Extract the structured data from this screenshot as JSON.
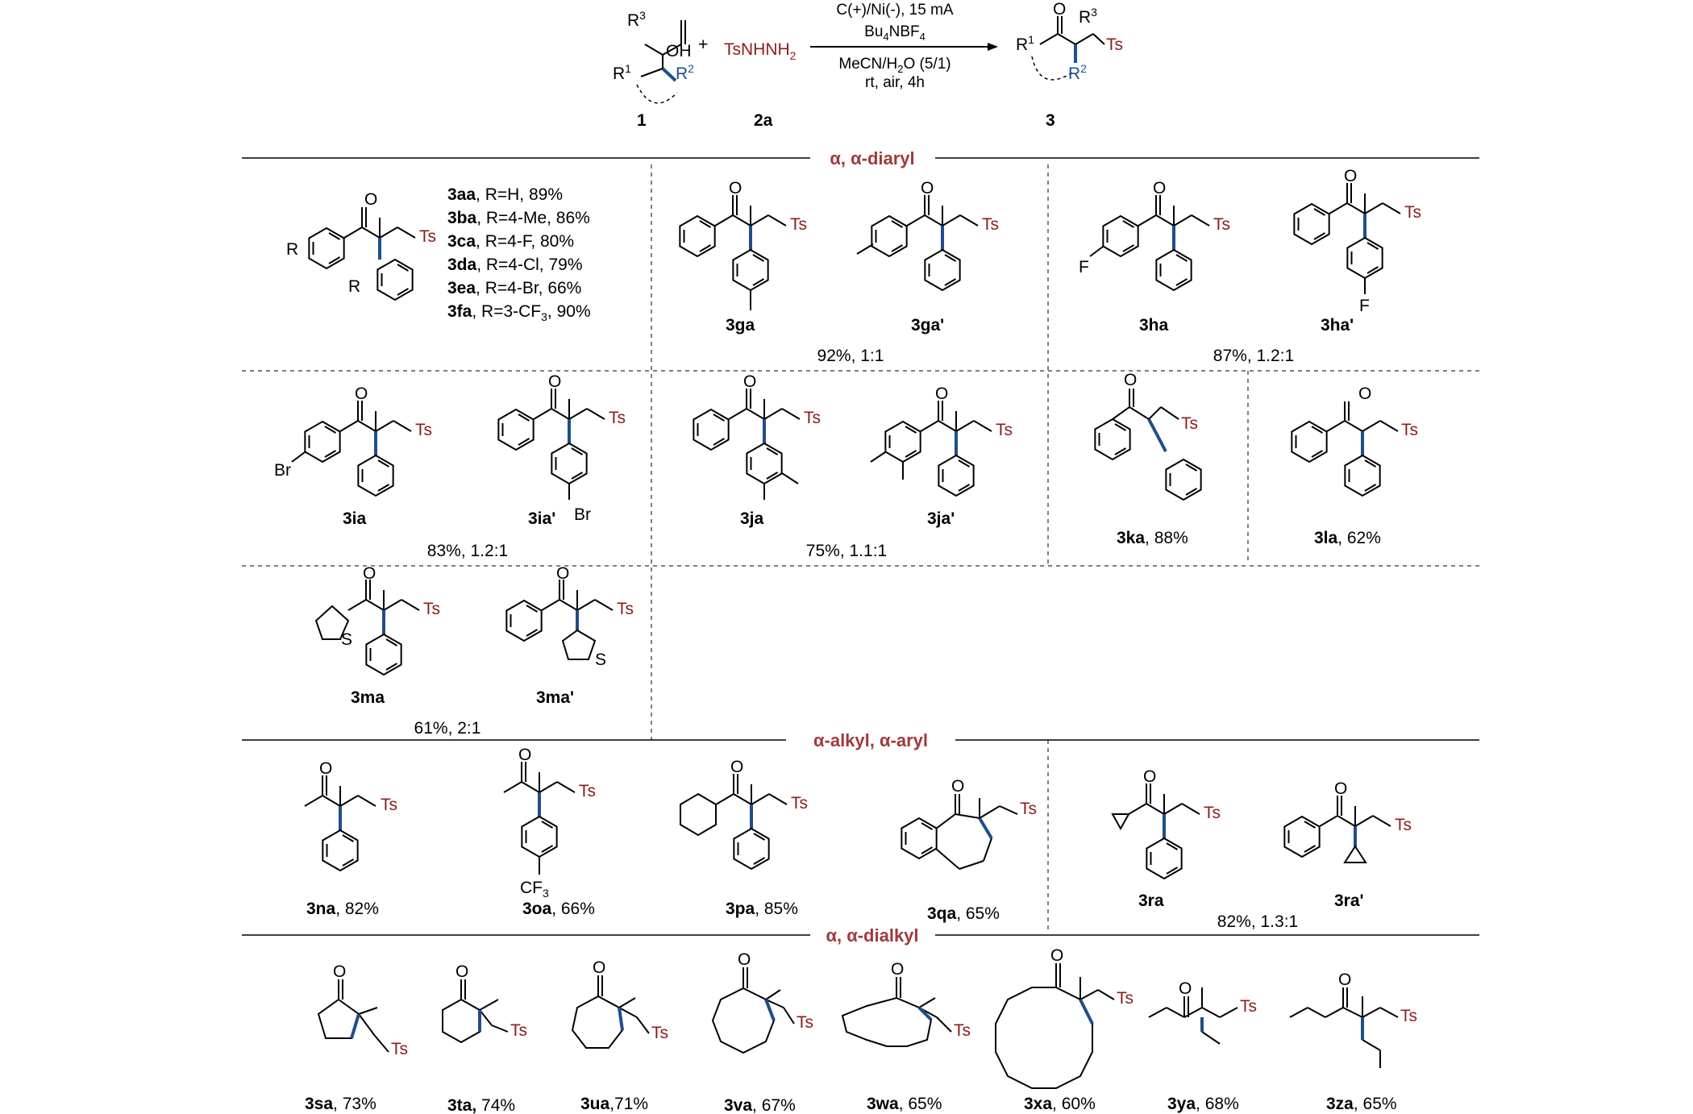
{
  "scheme": {
    "reactant1": {
      "id": "1",
      "r3": "R",
      "r3_sup": "3",
      "oh": "OH",
      "r1": "R",
      "r1_sup": "1",
      "r2": "R",
      "r2_sup": "2"
    },
    "plus": "+",
    "reactant2": {
      "id": "2a",
      "formula_a": "TsNHNH",
      "formula_sub": "2"
    },
    "conditions": {
      "line1": "C(+)/Ni(-), 15 mA",
      "line2_a": "Bu",
      "line2_b": "4",
      "line2_c": "NBF",
      "line2_d": "4",
      "line3_a": "MeCN/H",
      "line3_b": "2",
      "line3_c": "O (5/1)",
      "line4": "rt, air, 4h"
    },
    "product": {
      "id": "3",
      "o": "O",
      "r3": "R",
      "r3_sup": "3",
      "r1": "R",
      "r1_sup": "1",
      "r2": "R",
      "r2_sup": "2",
      "ts": "Ts"
    }
  },
  "sections": {
    "diaryl": "α, α-diaryl",
    "alkyl_aryl": "α-alkyl, α-aryl",
    "dialkyl": "α, α-dialkyl"
  },
  "general_list": [
    {
      "code": "3aa",
      "text": ", R=H, 89%"
    },
    {
      "code": "3ba",
      "text": ", R=4-Me, 86%"
    },
    {
      "code": "3ca",
      "text": ", R=4-F, 80%"
    },
    {
      "code": "3da",
      "text": ", R=4-Cl, 79%"
    },
    {
      "code": "3ea",
      "text": ", R=4-Br, 66%"
    },
    {
      "code": "3fa",
      "text_a": ", R=3-CF",
      "text_sub": "3",
      "text_b": ", 90%"
    }
  ],
  "atoms": {
    "O": "O",
    "Ts": "Ts",
    "R": "R",
    "F": "F",
    "Br": "Br",
    "S": "S",
    "CF3_a": "CF",
    "CF3_sub": "3"
  },
  "compounds": {
    "3ga": "3ga",
    "3ga_p": "3ga'",
    "ratio_g": "92%, 1:1",
    "3ha": "3ha",
    "3ha_p": "3ha'",
    "ratio_h": "87%, 1.2:1",
    "3ia": "3ia",
    "3ia_p": "3ia'",
    "ratio_i": "83%, 1.2:1",
    "3ja": "3ja",
    "3ja_p": "3ja'",
    "ratio_j": "75%, 1.1:1",
    "3ka": "3ka",
    "3ka_y": ", 88%",
    "3la": "3la",
    "3la_y": ", 62%",
    "3ma": "3ma",
    "3ma_p": "3ma'",
    "ratio_m": "61%, 2:1",
    "3na": "3na",
    "3na_y": ", 82%",
    "3oa": "3oa",
    "3oa_y": ", 66%",
    "3pa": "3pa",
    "3pa_y": ", 85%",
    "3qa": "3qa",
    "3qa_y": ", 65%",
    "3ra": "3ra",
    "3ra_p": "3ra'",
    "ratio_r": "82%, 1.3:1",
    "3sa": "3sa",
    "3sa_y": ", 73%",
    "3ta": "3ta,",
    "3ta_y": " 74%",
    "3ua": "3ua",
    "3ua_y": ",71%",
    "3va": "3va",
    "3va_y": ", 67%",
    "3wa": "3wa",
    "3wa_y": ", 65%",
    "3xa": "3xa",
    "3xa_y": ", 60%",
    "3ya": "3ya",
    "3ya_y": ", 68%",
    "3za": "3za",
    "3za_y": ", 65%"
  },
  "colors": {
    "ts": "#8e1b1b",
    "bond": "#1f4e8c",
    "section": "#a03a3a"
  }
}
